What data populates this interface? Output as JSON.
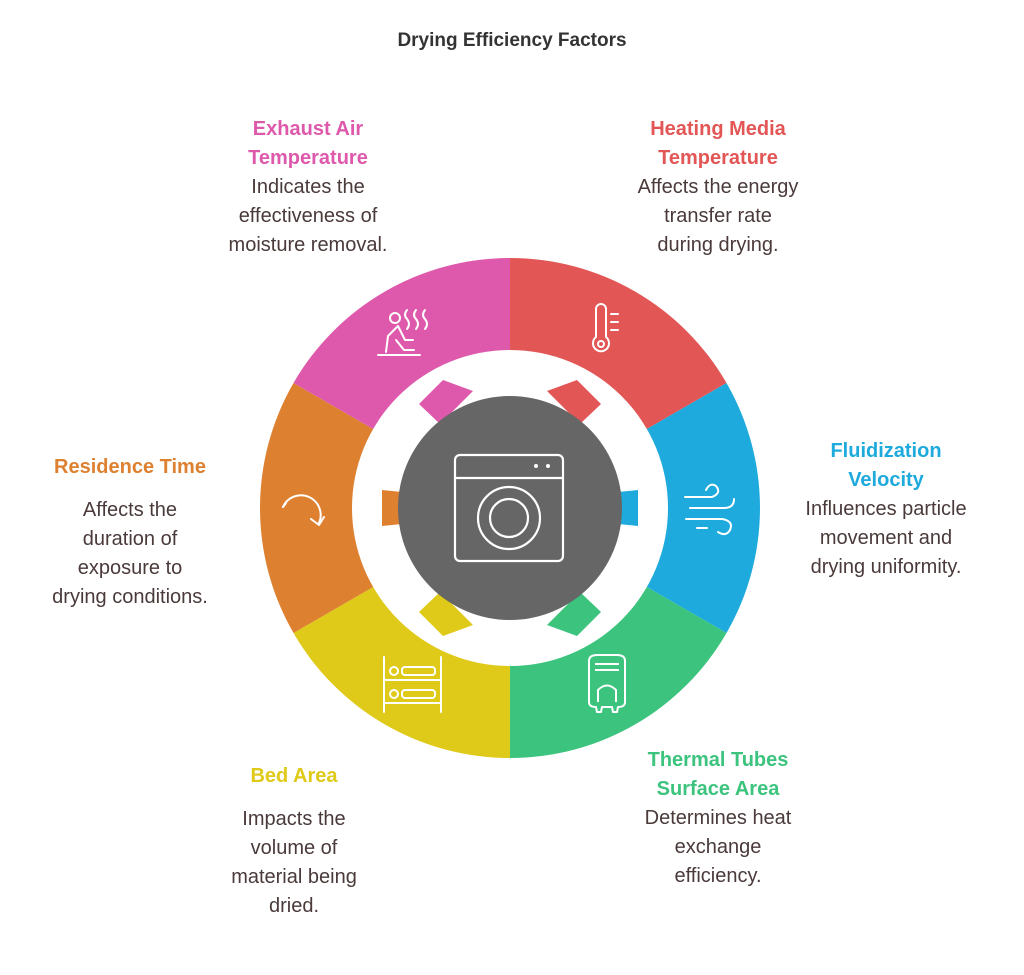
{
  "title": "Drying Efficiency Factors",
  "center": {
    "icon": "washing-machine-icon",
    "color": "#666666"
  },
  "factors": [
    {
      "id": "heating-media-temperature",
      "title": "Heating Media Temperature",
      "title_lines": [
        "Heating Media",
        "Temperature"
      ],
      "description_lines": [
        "Affects the energy",
        "transfer rate",
        "during drying."
      ],
      "color": "#e35656",
      "icon": "thermometer-icon"
    },
    {
      "id": "fluidization-velocity",
      "title": "Fluidization Velocity",
      "title_lines": [
        "Fluidization",
        "Velocity"
      ],
      "description_lines": [
        "Influences particle",
        "movement and",
        "drying uniformity."
      ],
      "color": "#1eaadc",
      "icon": "wind-icon"
    },
    {
      "id": "thermal-tubes-surface-area",
      "title": "Thermal Tubes Surface Area",
      "title_lines": [
        "Thermal Tubes",
        "Surface Area"
      ],
      "description_lines": [
        "Determines heat",
        "exchange",
        "efficiency."
      ],
      "color": "#3cc47e",
      "icon": "radiator-icon"
    },
    {
      "id": "bed-area",
      "title": "Bed Area",
      "title_lines": [
        "Bed Area"
      ],
      "description_lines": [
        "Impacts the",
        "volume of",
        "material being",
        "dried."
      ],
      "color": "#dfc919",
      "icon": "bunk-bed-icon"
    },
    {
      "id": "residence-time",
      "title": "Residence Time",
      "title_lines": [
        "Residence Time"
      ],
      "description_lines": [
        "Affects the",
        "duration of",
        "exposure to",
        "drying conditions."
      ],
      "color": "#dd8131",
      "icon": "rotate-arrow-icon"
    },
    {
      "id": "exhaust-air-temperature",
      "title": "Exhaust Air Temperature",
      "title_lines": [
        "Exhaust Air",
        "Temperature"
      ],
      "description_lines": [
        "Indicates the",
        "effectiveness of",
        "moisture removal."
      ],
      "color": "#de59ab",
      "icon": "sauna-icon"
    }
  ]
}
